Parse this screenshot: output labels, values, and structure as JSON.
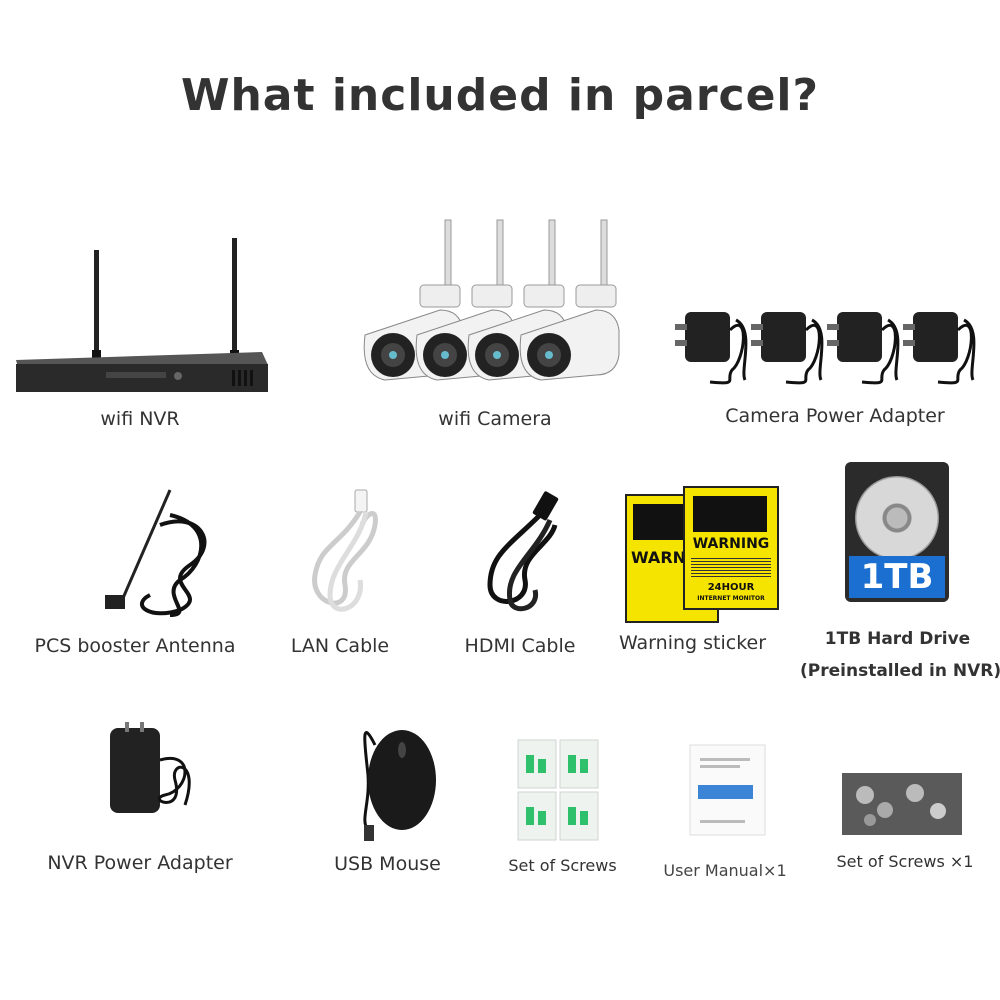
{
  "title": "What included in parcel?",
  "items": [
    {
      "label": "wifi NVR",
      "icon": "nvr-icon"
    },
    {
      "label": "wifi Camera",
      "icon": "camera-icon"
    },
    {
      "label": "Camera Power Adapter",
      "icon": "power-adapter-icon"
    },
    {
      "label": "PCS booster Antenna",
      "icon": "antenna-icon"
    },
    {
      "label": "LAN Cable",
      "icon": "lan-cable-icon"
    },
    {
      "label": "HDMI Cable",
      "icon": "hdmi-cable-icon"
    },
    {
      "label": "Warning sticker",
      "icon": "warning-sticker-icon",
      "sticker": {
        "heading": "WARNING",
        "heading_short": "WARN",
        "line1": "24HOUR",
        "line2": "INTERNET MONITOR"
      }
    },
    {
      "label": "1TB Hard Drive",
      "label2": "(Preinstalled in NVR)",
      "icon": "hard-drive-icon",
      "badge": "1TB"
    },
    {
      "label": "NVR Power Adapter",
      "icon": "nvr-power-adapter-icon"
    },
    {
      "label": "USB Mouse",
      "icon": "mouse-icon"
    },
    {
      "label": "Set of Screws",
      "icon": "screw-packs-icon"
    },
    {
      "label": "User Manual×1",
      "icon": "manual-icon"
    },
    {
      "label": "Set of Screws ×1",
      "icon": "screws-photo-icon"
    }
  ],
  "colors": {
    "text": "#333333",
    "warning_yellow": "#f5e400",
    "badge_blue": "#1a6fd0",
    "dark": "#2a2a2a"
  }
}
